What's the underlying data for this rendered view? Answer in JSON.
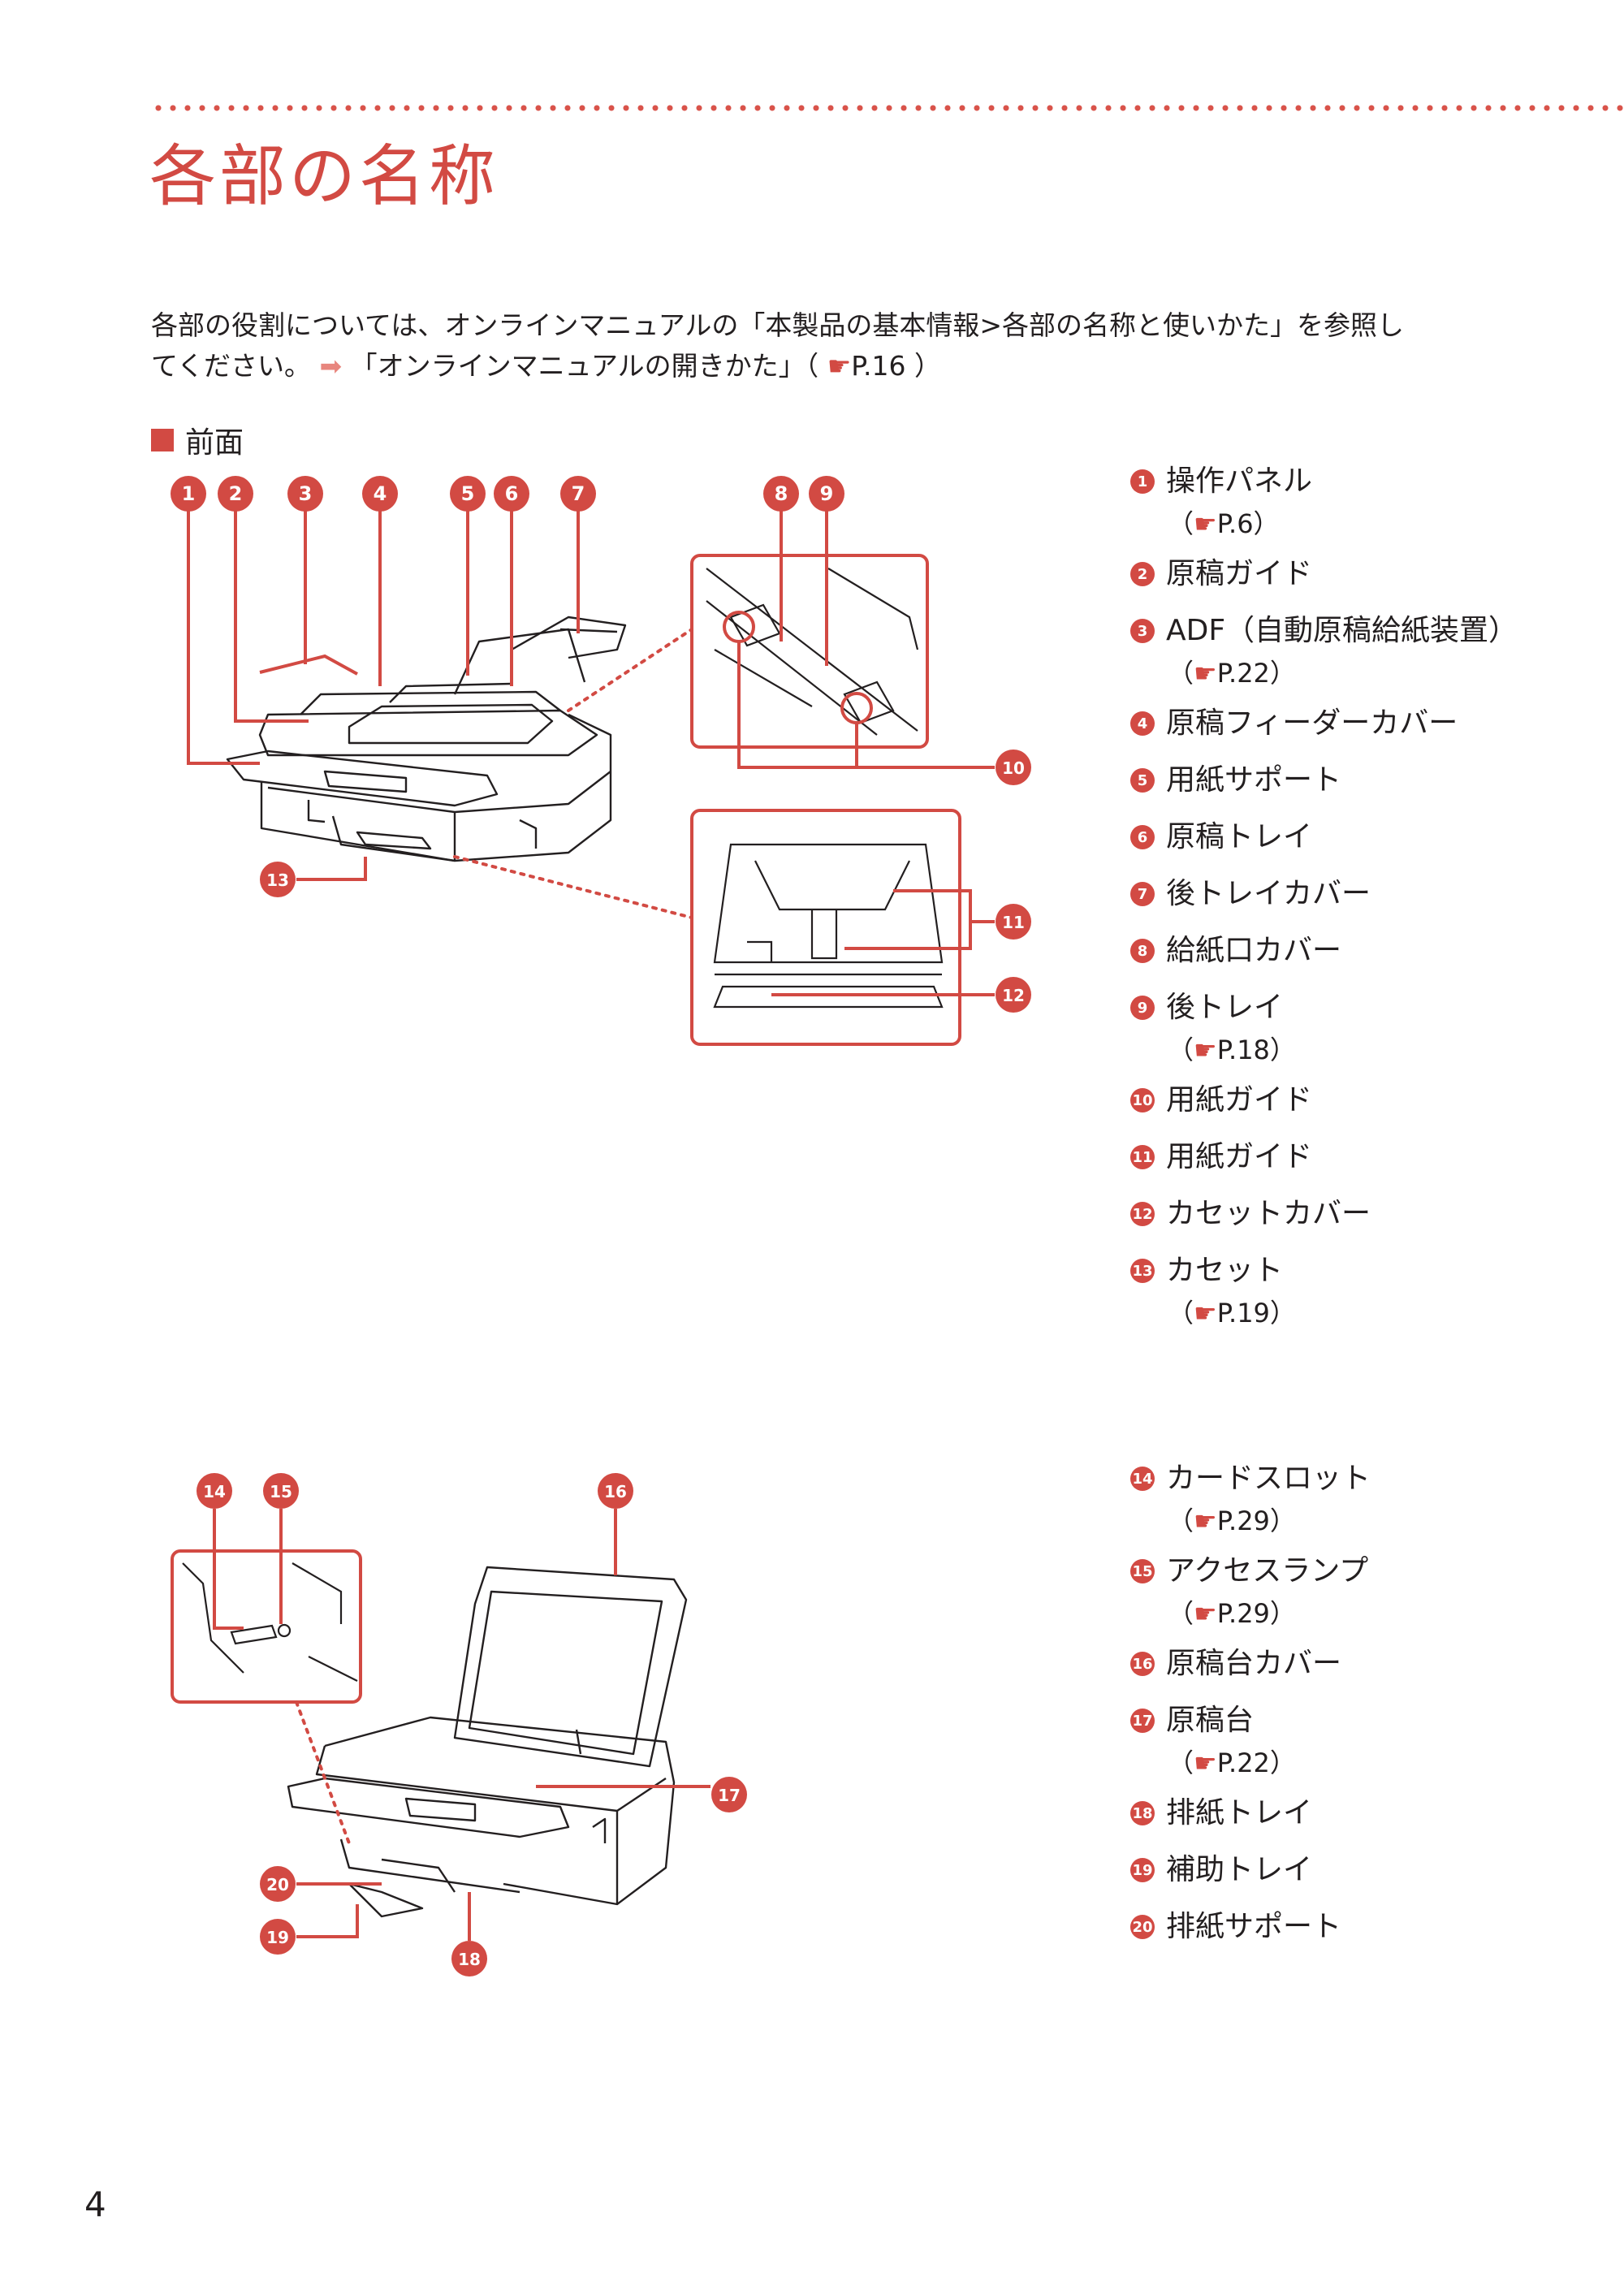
{
  "page": {
    "title": "各部の名称",
    "intro_line1": "各部の役割については、オンラインマニュアルの「本製品の基本情報>各部の名称と使いかた」を参照し",
    "intro_line2_text": "てください。",
    "intro_arrow": "➡",
    "intro_link": "「オンラインマニュアルの開きかた」（",
    "intro_ref": "P.16",
    "intro_close": "）",
    "section_label": "前面",
    "page_number": "4"
  },
  "colors": {
    "accent": "#d24a43",
    "text": "#231f20",
    "arrow": "#e8867e"
  },
  "icons": {
    "section_marker": "filled-square-icon",
    "reference_pointer": "pointing-hand-icon",
    "arrow": "right-arrow-icon"
  },
  "front": {
    "callouts": [
      {
        "num": "1",
        "glyph": "❶"
      },
      {
        "num": "2",
        "glyph": "❷"
      },
      {
        "num": "3",
        "glyph": "❸"
      },
      {
        "num": "4",
        "glyph": "❹"
      },
      {
        "num": "5",
        "glyph": "❺"
      },
      {
        "num": "6",
        "glyph": "❻"
      },
      {
        "num": "7",
        "glyph": "❼"
      },
      {
        "num": "8",
        "glyph": "❽"
      },
      {
        "num": "9",
        "glyph": "❾"
      },
      {
        "num": "10",
        "glyph": "❿"
      },
      {
        "num": "11",
        "glyph": "⓫"
      },
      {
        "num": "12",
        "glyph": "⓬"
      },
      {
        "num": "13",
        "glyph": "⓭"
      }
    ],
    "items": [
      {
        "num": "1",
        "name": "操作パネル",
        "ref": "P.6"
      },
      {
        "num": "2",
        "name": "原稿ガイド",
        "ref": ""
      },
      {
        "num": "3",
        "name": "ADF（自動原稿給紙装置）",
        "ref": "P.22"
      },
      {
        "num": "4",
        "name": "原稿フィーダーカバー",
        "ref": ""
      },
      {
        "num": "5",
        "name": "用紙サポート",
        "ref": ""
      },
      {
        "num": "6",
        "name": "原稿トレイ",
        "ref": ""
      },
      {
        "num": "7",
        "name": "後トレイカバー",
        "ref": ""
      },
      {
        "num": "8",
        "name": "給紙口カバー",
        "ref": ""
      },
      {
        "num": "9",
        "name": "後トレイ",
        "ref": "P.18"
      },
      {
        "num": "10",
        "name": "用紙ガイド",
        "ref": ""
      },
      {
        "num": "11",
        "name": "用紙ガイド",
        "ref": ""
      },
      {
        "num": "12",
        "name": "カセットカバー",
        "ref": ""
      },
      {
        "num": "13",
        "name": "カセット",
        "ref": "P.19"
      }
    ]
  },
  "back": {
    "callouts": [
      {
        "num": "14",
        "glyph": "⓮"
      },
      {
        "num": "15",
        "glyph": "⓯"
      },
      {
        "num": "16",
        "glyph": "⓰"
      },
      {
        "num": "17",
        "glyph": "⓱"
      },
      {
        "num": "18",
        "glyph": "⓲"
      },
      {
        "num": "19",
        "glyph": "⓳"
      },
      {
        "num": "20",
        "glyph": "⓴"
      }
    ],
    "items": [
      {
        "num": "14",
        "name": "カードスロット",
        "ref": "P.29"
      },
      {
        "num": "15",
        "name": "アクセスランプ",
        "ref": "P.29"
      },
      {
        "num": "16",
        "name": "原稿台カバー",
        "ref": ""
      },
      {
        "num": "17",
        "name": "原稿台",
        "ref": "P.22"
      },
      {
        "num": "18",
        "name": "排紙トレイ",
        "ref": ""
      },
      {
        "num": "19",
        "name": "補助トレイ",
        "ref": ""
      },
      {
        "num": "20",
        "name": "排紙サポート",
        "ref": ""
      }
    ]
  }
}
